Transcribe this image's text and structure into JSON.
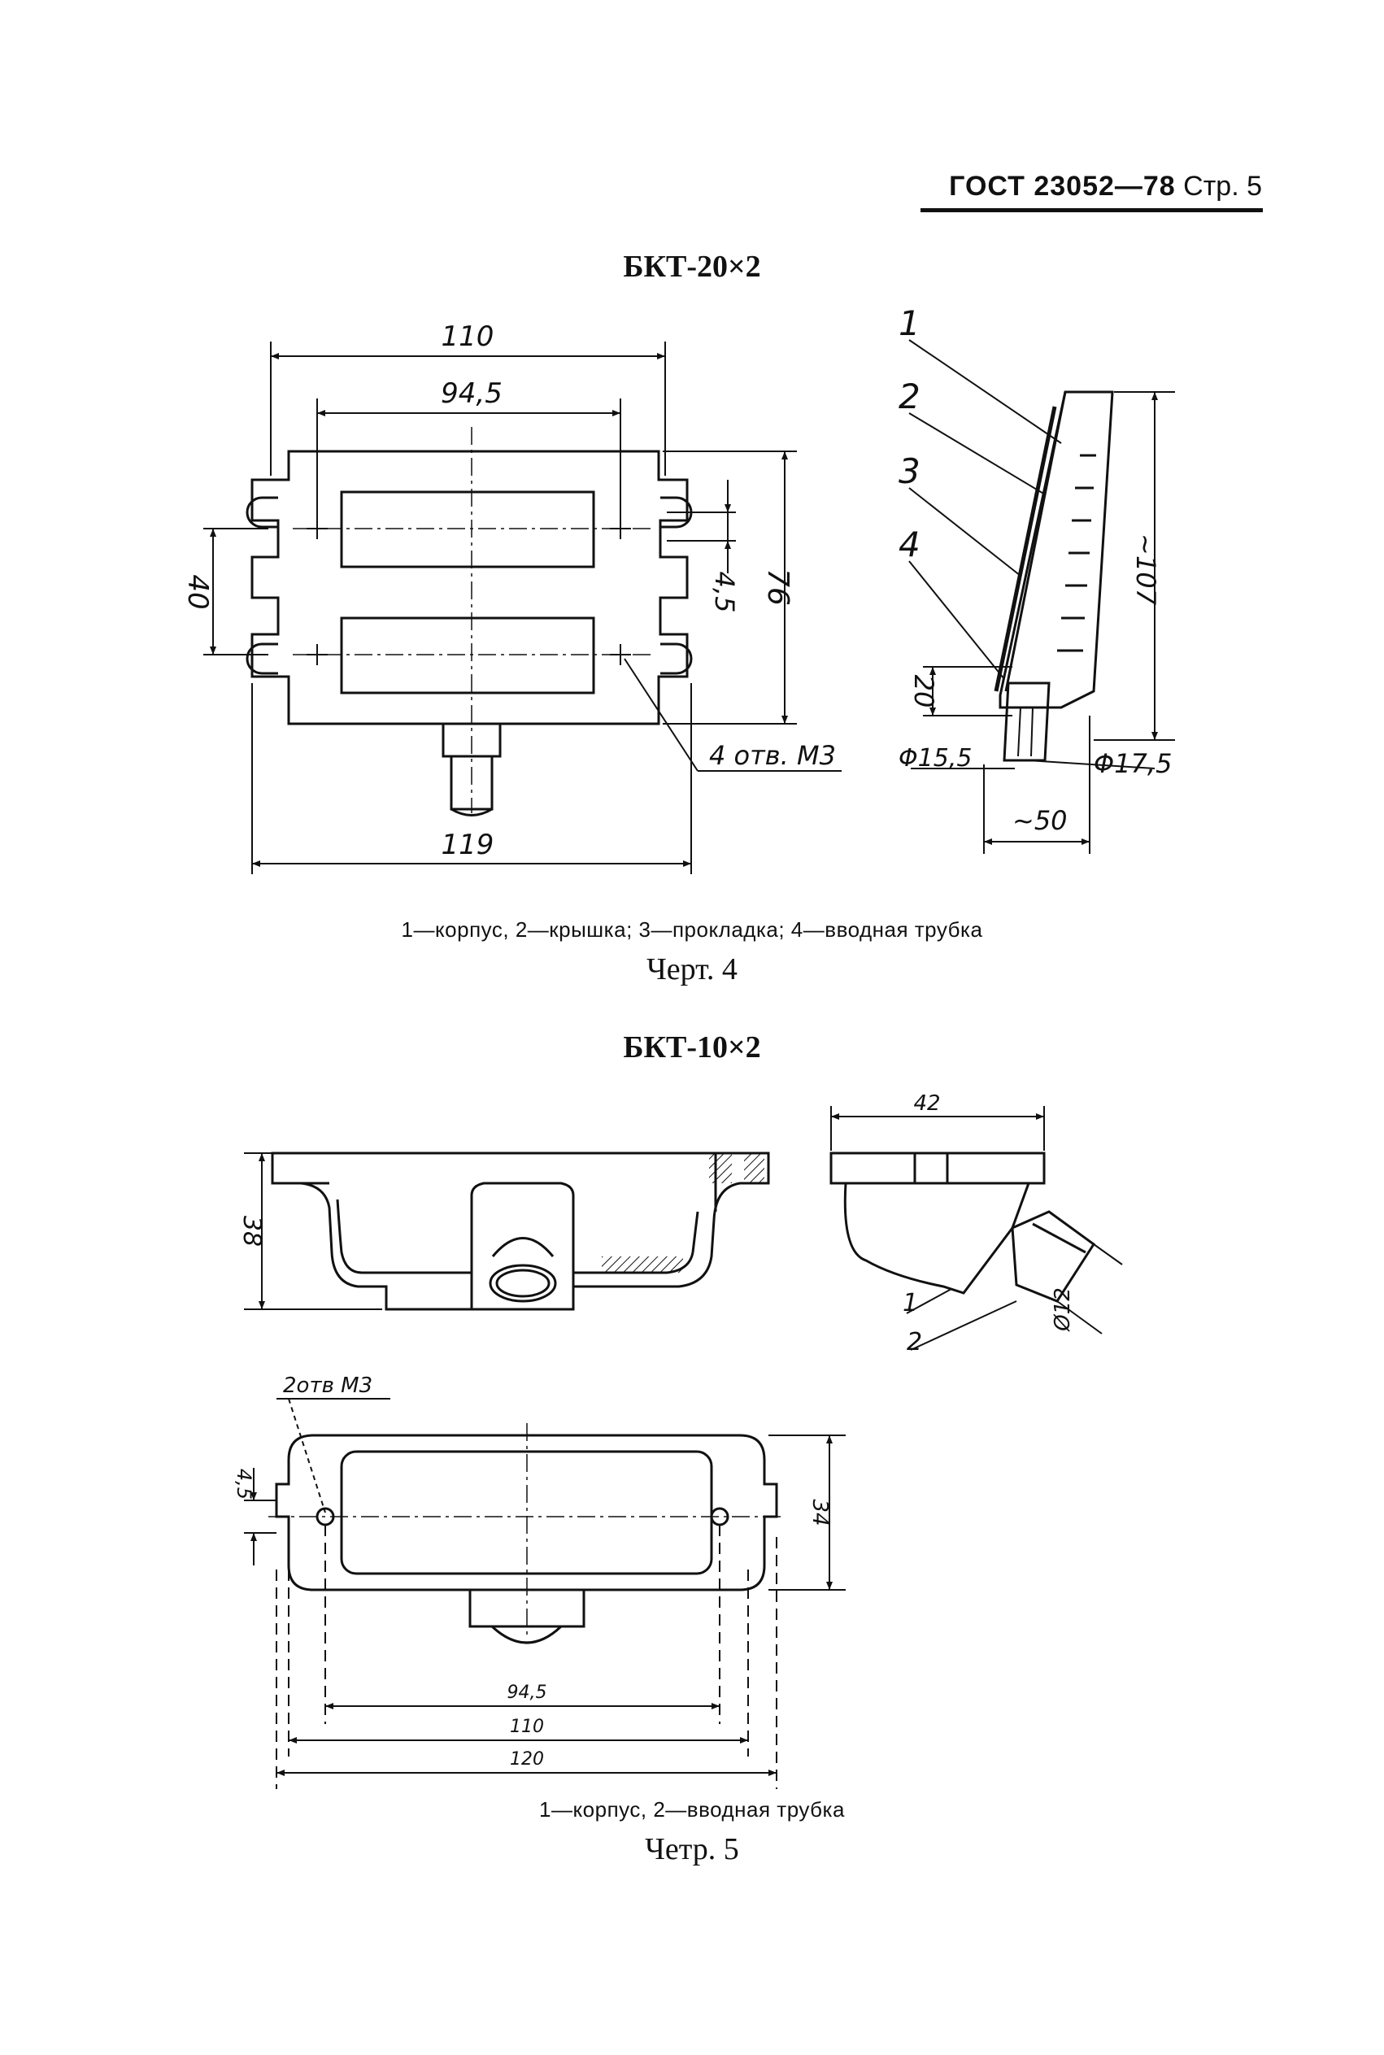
{
  "header": {
    "standard": "ГОСТ 23052—78",
    "page": "Стр. 5"
  },
  "figure4": {
    "title": "БКТ-20×2",
    "dims": {
      "d110": "110",
      "d94_5": "94,5",
      "d40": "40",
      "d4_5": "4,5",
      "d76": "76",
      "d119": "119",
      "holes": "4 отв. М3",
      "d107": "~107",
      "d20": "20",
      "phi15_5": "Φ15,5",
      "phi17_5": "Φ17,5",
      "d50": "~50"
    },
    "callouts": [
      "1",
      "2",
      "3",
      "4"
    ],
    "legend": "1—корпус, 2—крышка; 3—прокладка; 4—вводная трубка",
    "caption": "Черт. 4"
  },
  "figure5": {
    "title": "БКТ-10×2",
    "dims": {
      "d38": "38",
      "d42": "42",
      "phi12": "Ø12",
      "holes": "2отв М3",
      "d4_5": "4,5",
      "d34": "34",
      "d94_5": "94,5",
      "d110": "110",
      "d120": "120"
    },
    "callouts": [
      "1",
      "2"
    ],
    "legend": "1—корпус, 2—вводная трубка",
    "caption": "Четр. 5"
  }
}
